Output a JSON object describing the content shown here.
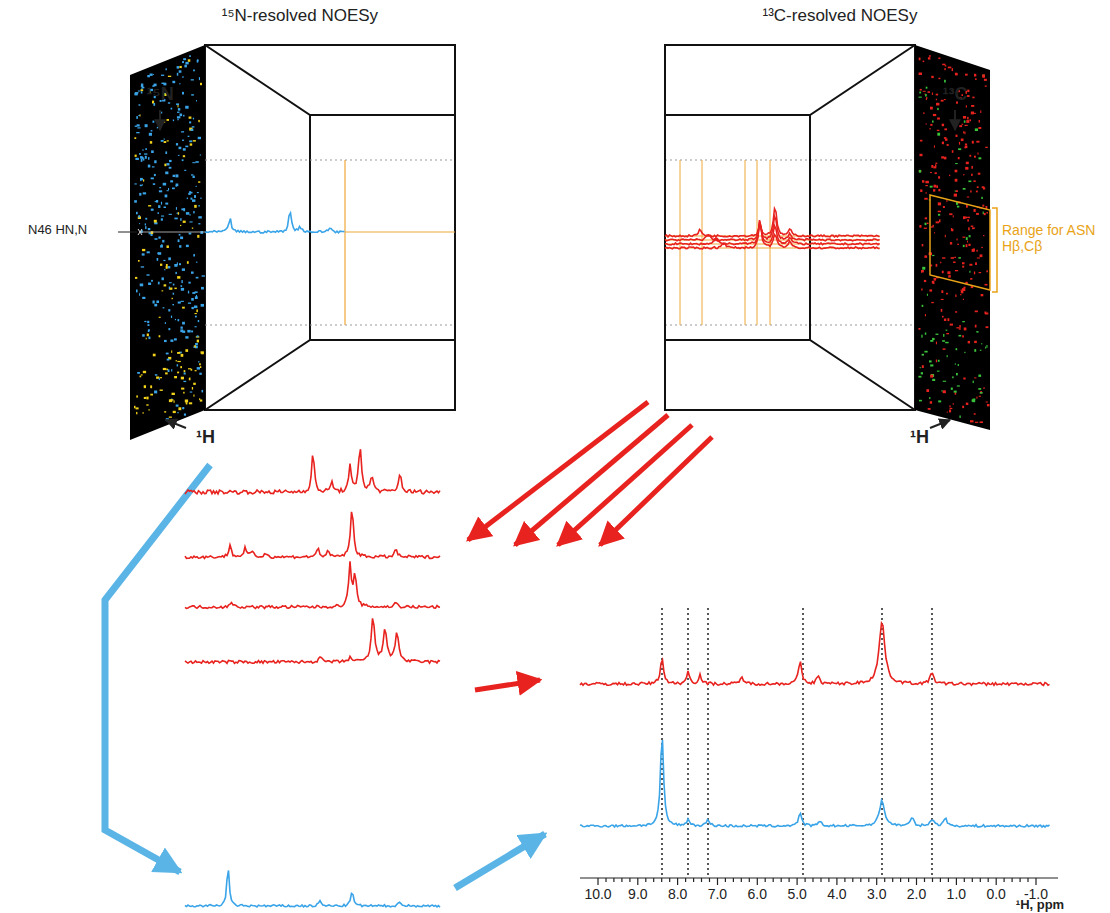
{
  "diagram": {
    "labels": [
      "¹⁵N-resolved NOESy",
      "¹³C-resolved NOESy",
      "¹⁵N",
      "N46 HN,N",
      "¹H",
      "¹³C",
      "Range for ASN Hβ,Cβ",
      "¹H",
      "10.0",
      "9.0",
      "8.0",
      "7.0",
      "6.0",
      "5.0",
      "4.0",
      "3.0",
      "2.0",
      "1.0",
      "0.0",
      "-1.0",
      "¹H, ppm"
    ]
  }
}
